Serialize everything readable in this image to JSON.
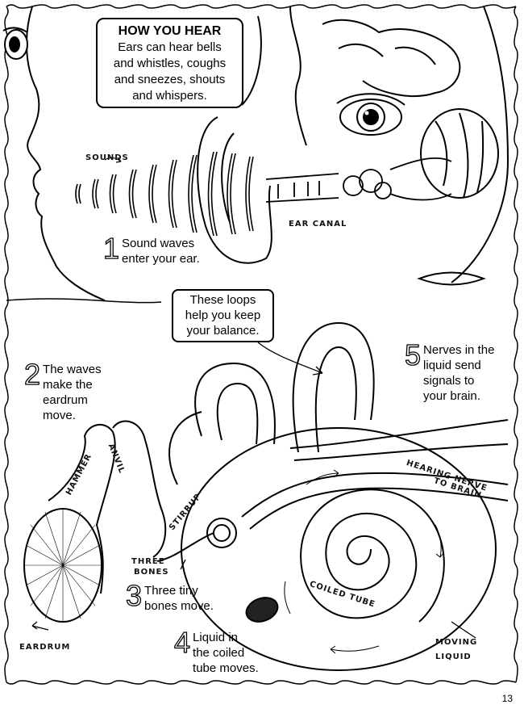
{
  "title_box": {
    "heading": "HOW YOU HEAR",
    "lines": [
      "Ears can hear bells",
      "and whistles, coughs",
      "and sneezes, shouts",
      "and whispers."
    ]
  },
  "loops_box": {
    "lines": [
      "These loops",
      "help you keep",
      "your balance."
    ]
  },
  "steps": [
    {
      "number": "1",
      "lines": [
        "Sound waves",
        "enter your ear."
      ]
    },
    {
      "number": "2",
      "lines": [
        "The waves",
        "make the",
        "eardrum",
        "move."
      ]
    },
    {
      "number": "3",
      "lines": [
        "Three tiny",
        "bones move."
      ]
    },
    {
      "number": "4",
      "lines": [
        "Liquid in",
        "the coiled",
        "tube moves."
      ]
    },
    {
      "number": "5",
      "lines": [
        "Nerves in the",
        "liquid send",
        "signals to",
        "your brain."
      ]
    }
  ],
  "labels": {
    "sounds": "SOUNDS",
    "ear_canal": "EAR CANAL",
    "hammer": "HAMMER",
    "anvil": "ANVIL",
    "stirrup": "STIRRUP",
    "three_bones_1": "THREE",
    "three_bones_2": "BONES",
    "eardrum": "EARDRUM",
    "hearing_nerve_1": "HEARING NERVE",
    "hearing_nerve_2": "TO BRAIN",
    "coiled_tube": "COILED TUBE",
    "moving_liquid_1": "MOVING",
    "moving_liquid_2": "LIQUID"
  },
  "page_number": "13"
}
